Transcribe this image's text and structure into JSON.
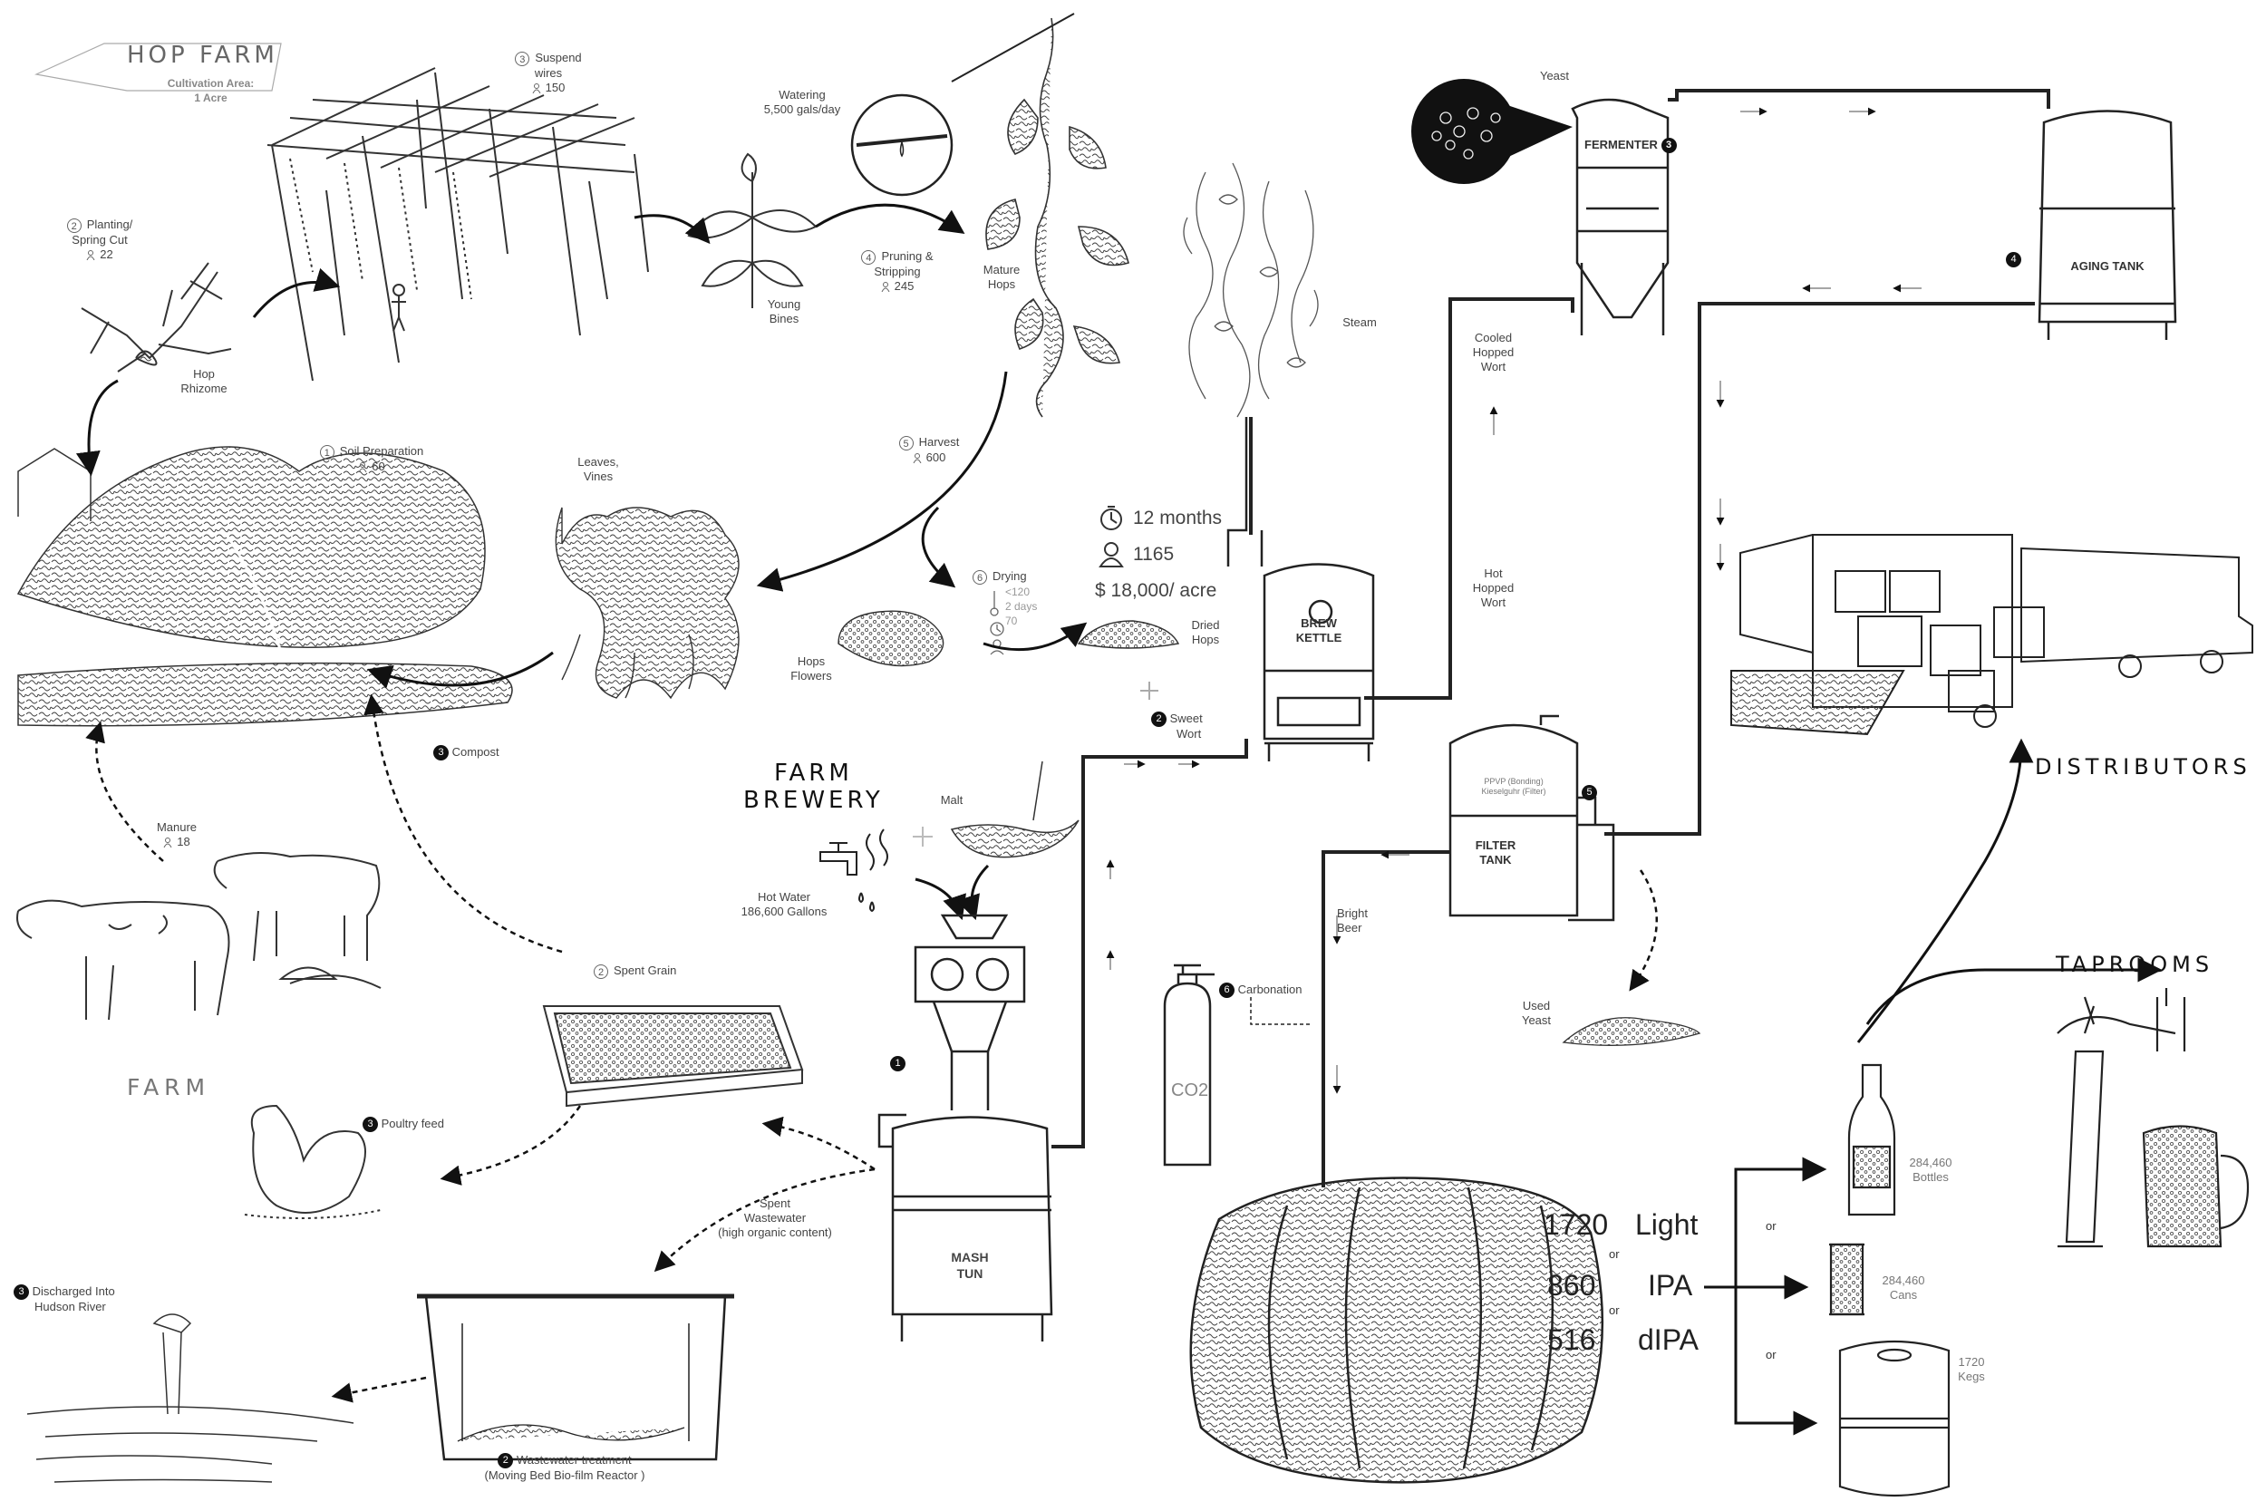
{
  "hop_farm": {
    "title": "HOP FARM",
    "area_label": "Cultivation Area:",
    "area_value": "1 Acre",
    "steps": {
      "suspend_wires": {
        "num": "3",
        "label_1": "Suspend",
        "label_2": "wires",
        "workers": "150"
      },
      "planting": {
        "num": "2",
        "label_1": "Planting/",
        "label_2": "Spring Cut",
        "workers": "22"
      },
      "pruning": {
        "num": "4",
        "label_1": "Pruning &",
        "label_2": "Stripping",
        "workers": "245"
      },
      "soil_prep": {
        "num": "1",
        "label": "Soil Preparation",
        "workers": "60"
      },
      "harvest": {
        "num": "5",
        "label": "Harvest",
        "workers": "600"
      },
      "drying": {
        "num": "6",
        "label": "Drying",
        "temp": "<120",
        "time": "2 days",
        "workers": "70"
      },
      "compost": {
        "num": "3",
        "label": "Compost"
      }
    },
    "labels": {
      "hop_rhizome": [
        "Hop",
        "Rhizome"
      ],
      "young_bines": [
        "Young",
        "Bines"
      ],
      "mature_hops": [
        "Mature",
        "Hops"
      ],
      "watering": [
        "Watering",
        "5,500 gals/day"
      ],
      "leaves_vines": [
        "Leaves,",
        "Vines"
      ],
      "hops_flowers": [
        "Hops",
        "Flowers"
      ],
      "dried_hops": [
        "Dried",
        "Hops"
      ],
      "steam": "Steam"
    },
    "stats": {
      "duration": "12 months",
      "workers": "1165",
      "cost": "$ 18,000/ acre"
    }
  },
  "farm": {
    "title": "FARM",
    "manure": {
      "label": "Manure",
      "workers": "18"
    },
    "spent_grain": {
      "num": "2",
      "label": "Spent Grain"
    },
    "poultry_feed": {
      "num": "3",
      "label": "Poultry feed"
    },
    "spent_wastewater": [
      "Spent",
      "Wastewater",
      "(high organic content)"
    ],
    "wastewater_treatment": {
      "num": "2",
      "label_1": "Wastewater treatment",
      "label_2": "(Moving Bed Bio-film Reactor )"
    },
    "discharged": {
      "num": "3",
      "label_1": "Discharged Into",
      "label_2": "Hudson River"
    }
  },
  "brewery": {
    "title_1": "FARM",
    "title_2": "BREWERY",
    "malt": "Malt",
    "hot_water": [
      "Hot Water",
      "186,600 Gallons"
    ],
    "mash_tun": {
      "num": "1",
      "label_1": "MASH",
      "label_2": "TUN"
    },
    "sweet_wort": {
      "num": "2",
      "label_1": "Sweet",
      "label_2": "Wort"
    },
    "brew_kettle": [
      "BREW",
      "KETTLE"
    ],
    "cooled_wort": [
      "Cooled",
      "Hopped",
      "Wort"
    ],
    "hot_wort": [
      "Hot",
      "Hopped",
      "Wort"
    ],
    "yeast": "Yeast",
    "fermenter": {
      "num": "3",
      "label": "FERMENTER"
    },
    "aging_tank": {
      "num": "4",
      "label": "AGING TANK"
    },
    "filter_tank": {
      "num": "5",
      "label_1": "FILTER",
      "label_2": "TANK",
      "small_1": "PPVP (Bonding)",
      "small_2": "Kieselguhr (Filter)"
    },
    "bright_beer": [
      "Bright",
      "Beer"
    ],
    "carbonation": {
      "num": "6",
      "label": "Carbonation"
    },
    "co2": "CO2",
    "used_yeast": [
      "Used",
      "Yeast"
    ]
  },
  "output": {
    "rows": [
      {
        "qty": "1720",
        "type": "Light"
      },
      {
        "qty": "860",
        "type": "IPA"
      },
      {
        "qty": "516",
        "type": "dIPA"
      }
    ],
    "or": "or",
    "packages": [
      {
        "qty": "284,460",
        "label": "Bottles"
      },
      {
        "qty": "284,460",
        "label": "Cans"
      },
      {
        "qty": "1720",
        "label": "Kegs"
      }
    ],
    "distributors": "DISTRIBUTORS",
    "taprooms": "TAPROOMS"
  }
}
